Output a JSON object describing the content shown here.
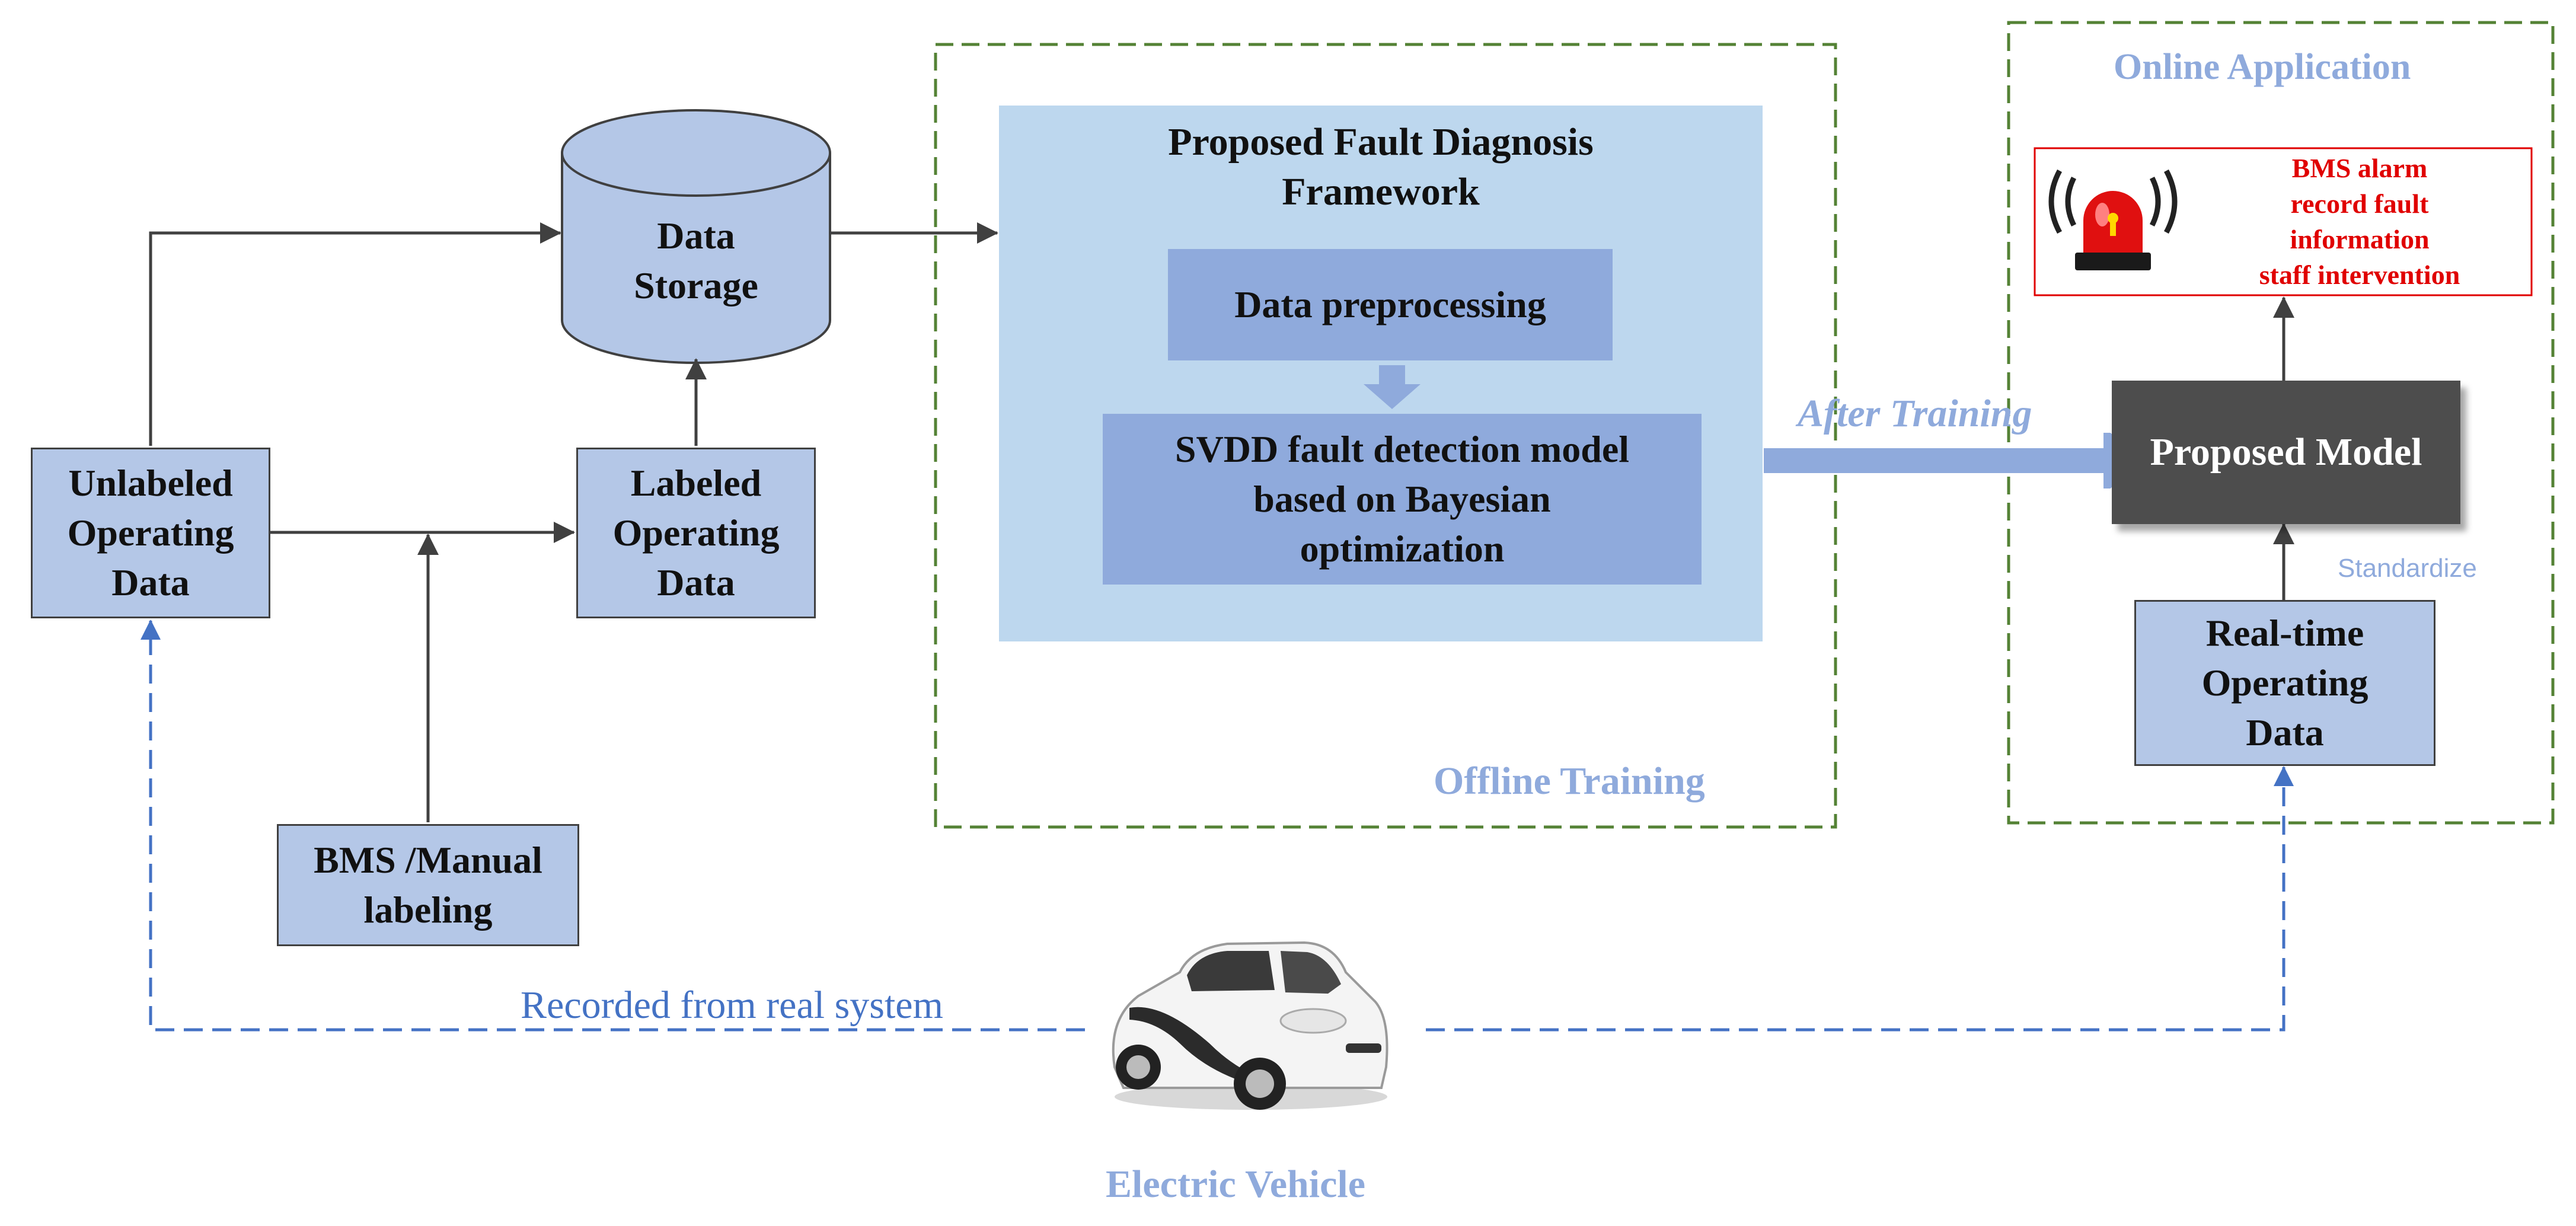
{
  "nodes": {
    "unlabeled": "Unlabeled\nOperating\nData",
    "labeled": "Labeled\nOperating\nData",
    "storage": "Data\nStorage",
    "bms_manual": "BMS /Manual\nlabeling",
    "framework_title": "Proposed Fault Diagnosis\nFramework",
    "preprocessing": "Data preprocessing",
    "svdd": "SVDD fault detection model\nbased on Bayesian\noptimization",
    "proposed_model": "Proposed Model",
    "realtime": "Real-time\nOperating\nData"
  },
  "labels": {
    "offline": "Offline Training",
    "online": "Online Application",
    "after_training": "After Training",
    "standardize": "Standardize",
    "recorded": "Recorded from real system",
    "ev": "Electric Vehicle"
  },
  "alarm": {
    "line1": "BMS alarm",
    "line2": "record fault",
    "line3": "information",
    "line4": "staff intervention"
  },
  "colors": {
    "box_fill": "#b4c7e7",
    "framework_bg": "#bdd7ee",
    "inner_box": "#8faadc",
    "dashed_green": "#548235",
    "light_label": "#8faadc",
    "dashed_blue": "#4472c4",
    "alarm_red": "#e00000",
    "model_dark": "#4d4d4d"
  }
}
